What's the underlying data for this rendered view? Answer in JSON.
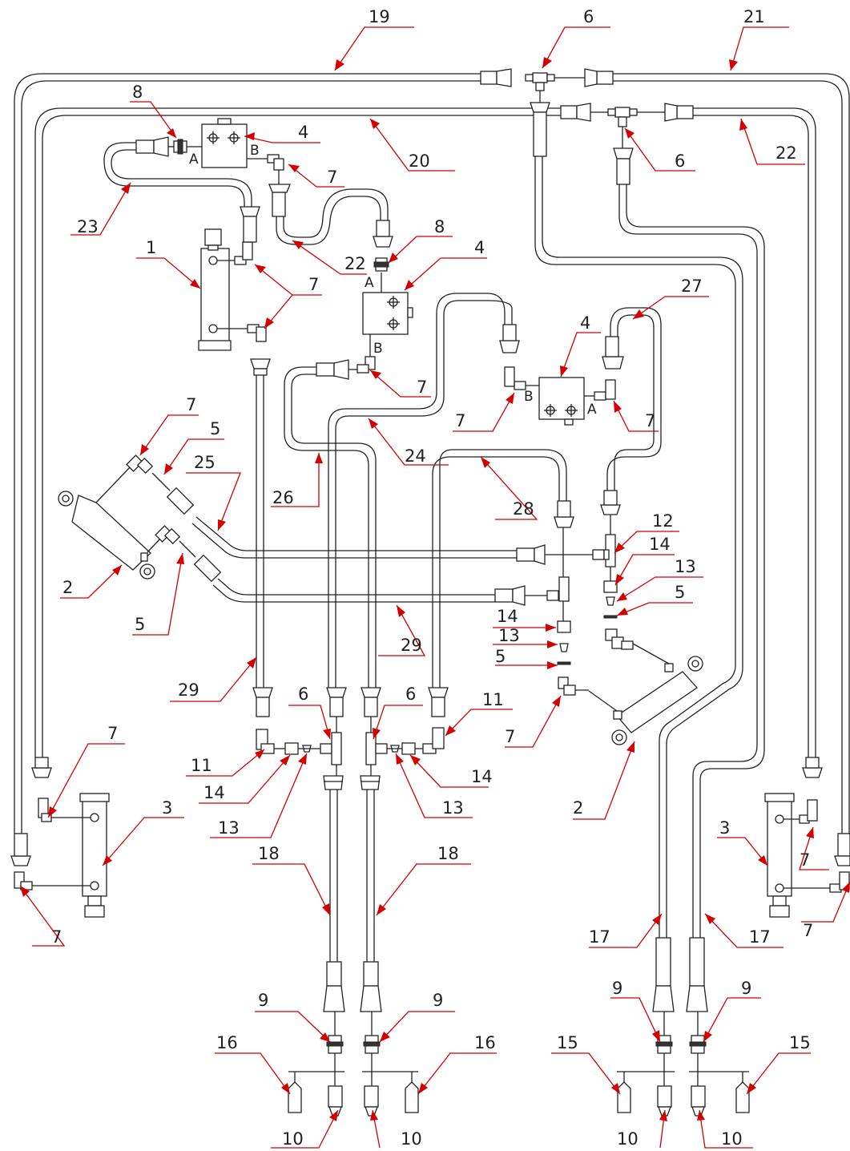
{
  "diagram": {
    "callouts": [
      "1",
      "2",
      "3",
      "4",
      "5",
      "6",
      "7",
      "8",
      "9",
      "10",
      "11",
      "12",
      "13",
      "14",
      "15",
      "16",
      "17",
      "18",
      "19",
      "20",
      "21",
      "22",
      "23",
      "24",
      "25",
      "26",
      "27",
      "28",
      "29"
    ],
    "ports": {
      "a": "A",
      "b": "B"
    },
    "colors": {
      "line": "#222222",
      "leader": "#d40000",
      "background": "#ffffff"
    }
  }
}
